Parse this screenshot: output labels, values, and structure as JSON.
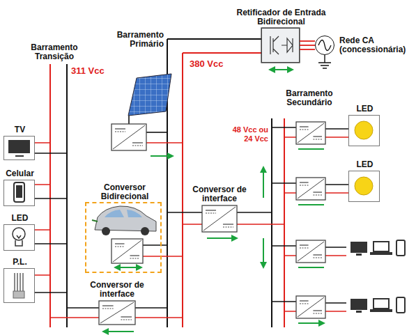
{
  "diagram": {
    "nodes": [
      {
        "text": [
          "Retificador de Entrada Bidirecional"
        ]
      },
      {
        "text": [
          "Rede CA (concessionária)"
        ]
      },
      {
        "text": [
          "TV"
        ]
      },
      {
        "text": [
          "Celular"
        ]
      },
      {
        "text": [
          "LED"
        ]
      },
      {
        "text": [
          "P.L."
        ]
      },
      {
        "text": [
          "Conversor Bidirecional"
        ]
      },
      {
        "text": [
          "Conversor de interface"
        ]
      },
      {
        "text": [
          "Conversor de interface"
        ]
      },
      {
        "text": [
          "LED"
        ]
      },
      {
        "text": [
          "LED"
        ]
      }
    ],
    "edges": [
      {
        "from": 0,
        "to": 1,
        "arrow": "none"
      }
    ],
    "labels": [
      "Barramento Primário",
      "Barramento Transição",
      "311 Vcc",
      "380 Vcc",
      "Barramento Secundário",
      "48 Vcc ou 24 Vcc"
    ]
  }
}
